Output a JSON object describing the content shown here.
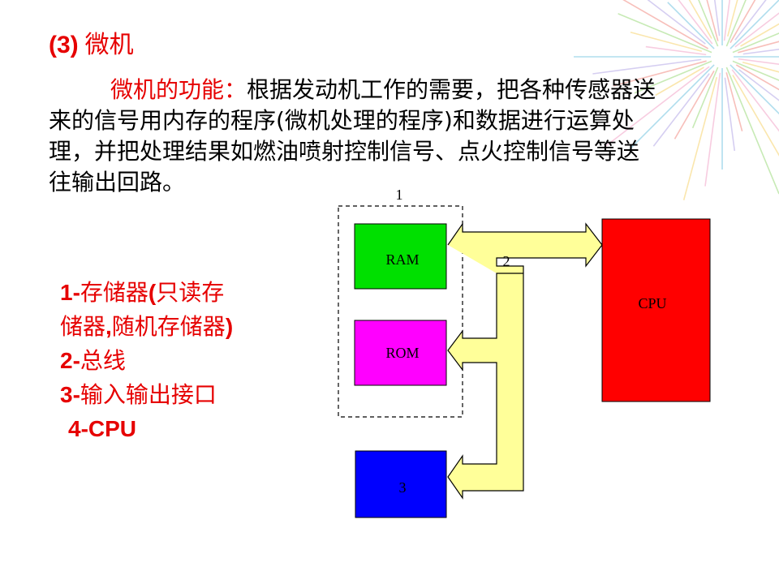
{
  "heading": {
    "number": "(3)",
    "title": "微机"
  },
  "paragraph": {
    "lead": "微机的功能：",
    "line1": "根据发动机工作的需要，把各种传感器送",
    "line2": "来的信号用内存的程序(微机处理的程序)和数据进行运算处",
    "line3": "理，并把处理结果如燃油喷射控制信号、点火控制信号等送",
    "line4": "往输出回路。"
  },
  "legend": {
    "item1_num": "1-",
    "item1_a": "存储器",
    "item1_b": "(",
    "item1_c": "只读存",
    "item1_d": "储器",
    "item1_e": ",",
    "item1_f": "随机存储器",
    "item1_g": ")",
    "item2_num": "2-",
    "item2_text": "总线",
    "item3_num": "3-",
    "item3_text": "输入输出接口",
    "item4": "4-CPU"
  },
  "diagram": {
    "memory_group_label": "1",
    "bus_label": "2",
    "ram_label": "RAM",
    "rom_label": "ROM",
    "io_label": "3",
    "cpu_label": "CPU",
    "colors": {
      "ram": "#00e000",
      "rom": "#ff00ff",
      "io": "#0000ff",
      "cpu": "#ff0000",
      "bus": "#ffff99"
    }
  }
}
